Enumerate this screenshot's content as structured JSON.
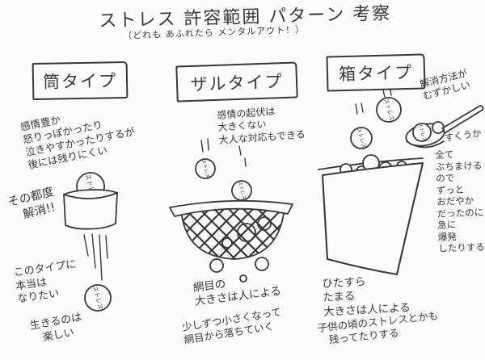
{
  "colors": {
    "ink": "#383838",
    "paper": "#fcfcfc"
  },
  "title": {
    "main": "ストレス 許容範囲 パターン 考察",
    "sub": "（どれも あふれたら メンタルアウト！）"
  },
  "ball_label": "ストレス",
  "tube": {
    "header": "筒タイプ",
    "desc": "感情豊か\n怒りっぽかったり\n泣きやすかったりするが\n後には残りにくい",
    "note": "その都度\n　解消!!",
    "wish": "このタイプに\n本当は\nなりたい",
    "wish2": "生きるのは\n　楽しい"
  },
  "colander": {
    "header": "ザルタイプ",
    "desc": "感情の起伏は\n大きくない\n大人な対応もできる",
    "mesh": "網目の\n大きさは人による",
    "mesh2": "少しずつ小さくなって\n網目から落ちていく"
  },
  "box": {
    "header": "箱タイプ",
    "note": "解消方法が\nむずかしい",
    "scoop": "すくうか",
    "side": "全て\nぶちまける\nので\nずっと\nおだやか\nだったのに\n急に\n爆発\nしたりする",
    "accumulate": "ひたすら\nたまる\n大きさは人による",
    "childhood": "子供の頃のストレスとかも\n　残ってたりする"
  }
}
